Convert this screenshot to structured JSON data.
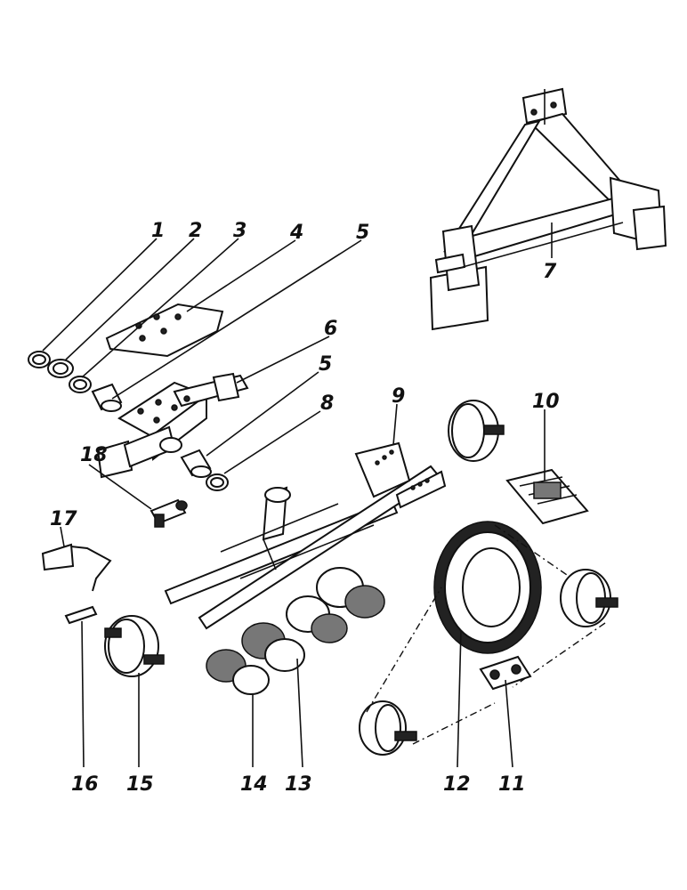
{
  "callouts": [
    {
      "id": "c1",
      "text": "1"
    },
    {
      "id": "c2",
      "text": "2"
    },
    {
      "id": "c3",
      "text": "3"
    },
    {
      "id": "c4",
      "text": "4"
    },
    {
      "id": "c5a",
      "text": "5"
    },
    {
      "id": "c5b",
      "text": "5"
    },
    {
      "id": "c6",
      "text": "6"
    },
    {
      "id": "c7",
      "text": "7"
    },
    {
      "id": "c8",
      "text": "8"
    },
    {
      "id": "c9",
      "text": "9"
    },
    {
      "id": "c10",
      "text": "10"
    },
    {
      "id": "c11",
      "text": "11"
    },
    {
      "id": "c12",
      "text": "12"
    },
    {
      "id": "c13",
      "text": "13"
    },
    {
      "id": "c14",
      "text": "14"
    },
    {
      "id": "c15",
      "text": "15"
    },
    {
      "id": "c16",
      "text": "16"
    },
    {
      "id": "c17",
      "text": "17"
    },
    {
      "id": "c18",
      "text": "18"
    }
  ]
}
